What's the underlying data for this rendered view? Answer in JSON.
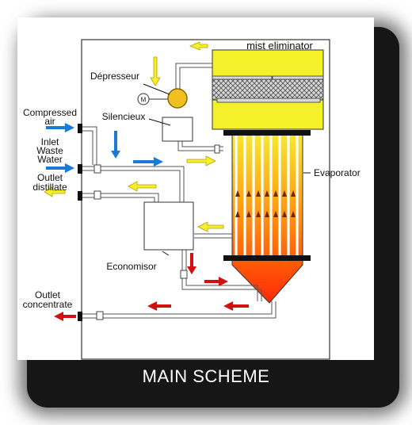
{
  "labels": {
    "mist_eliminator": "mist eliminator",
    "depresseur": "Dépresseur",
    "motor": "M",
    "silencieux": "Silencieux",
    "evaporator": "Evaporator",
    "economisor": "Economisor",
    "compressed_air": [
      "Compressed",
      "air"
    ],
    "inlet_waste_water": [
      "Inlet",
      "Waste",
      "Water"
    ],
    "outlet_distillate": [
      "Outlet",
      "distillate"
    ],
    "outlet_concentrate": [
      "Outlet",
      "concentrate"
    ]
  },
  "caption": "MAIN SCHEME",
  "colors": {
    "yellow": "#f4f02a",
    "blue": "#1a7ad4",
    "red": "#d40f0f",
    "orange": "#ff8c00",
    "background": "#161616"
  }
}
